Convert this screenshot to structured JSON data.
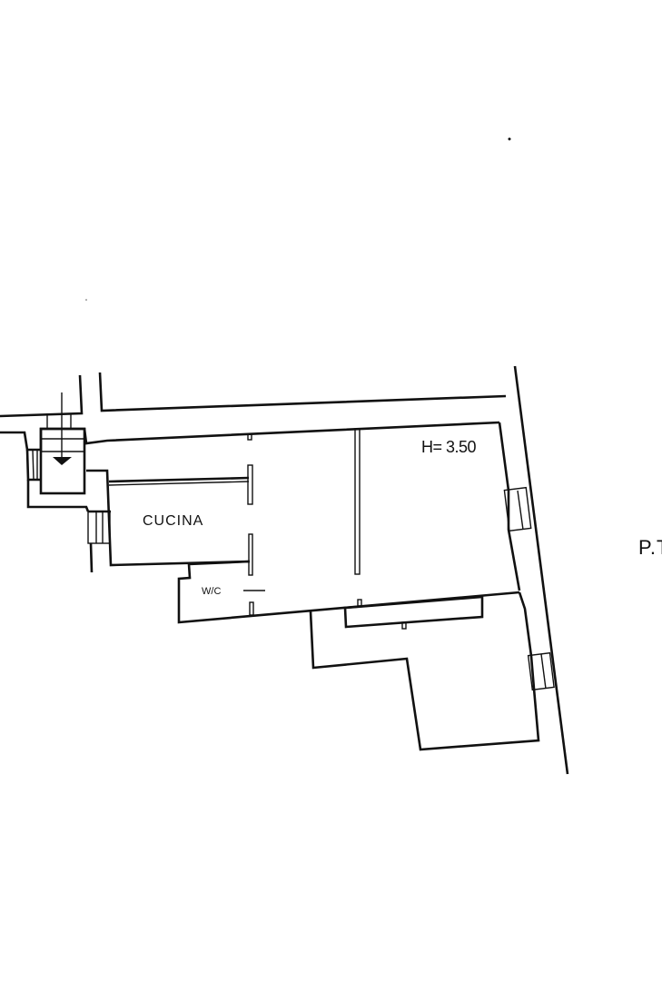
{
  "plan": {
    "rooms": {
      "kitchen_label": "CUCINA",
      "wc_label": "W/C"
    },
    "height_note": "H= 3.50",
    "floor_label": "P.T"
  }
}
